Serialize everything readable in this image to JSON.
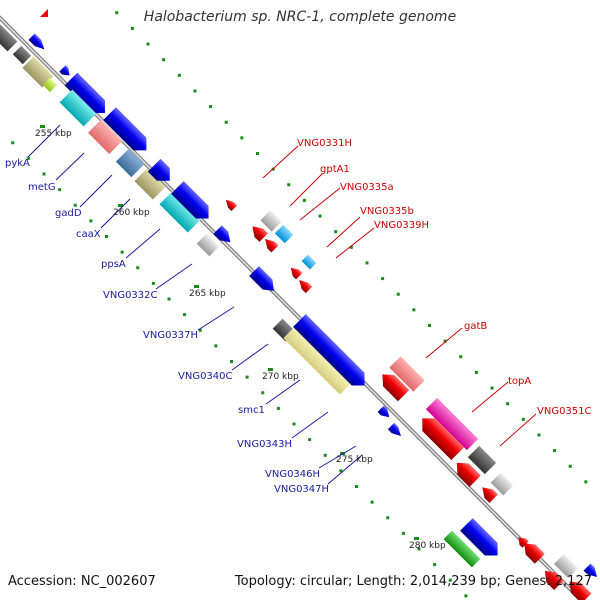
{
  "title": "Halobacterium sp. NRC-1, complete genome",
  "footer": {
    "accession": "Accession: NC_002607",
    "summary": "Topology: circular; Length: 2,014,239 bp; Genes: 2,127"
  },
  "ticks": [
    "255 kbp",
    "260 kbp",
    "265 kbp",
    "270 kbp",
    "275 kbp",
    "280 kbp"
  ],
  "forward_labels": [
    "pykA",
    "metG",
    "gadD",
    "caaX",
    "ppsA",
    "VNG0332C",
    "VNG0337H",
    "VNG0340C",
    "smc1",
    "VNG0343H",
    "VNG0346H",
    "VNG0347H"
  ],
  "reverse_labels": [
    "VNG0331H",
    "gptA1",
    "VNG0335a",
    "VNG0335b",
    "VNG0339H",
    "gatB",
    "topA",
    "VNG0351C"
  ],
  "colors": {
    "forward_strand": "#0000ee",
    "reverse_strand": "#ee0000",
    "backbone": "#8a8a8a",
    "tick": "#1a8a1a",
    "forward_label": "#1a1aa0",
    "reverse_label": "#cc0000"
  }
}
